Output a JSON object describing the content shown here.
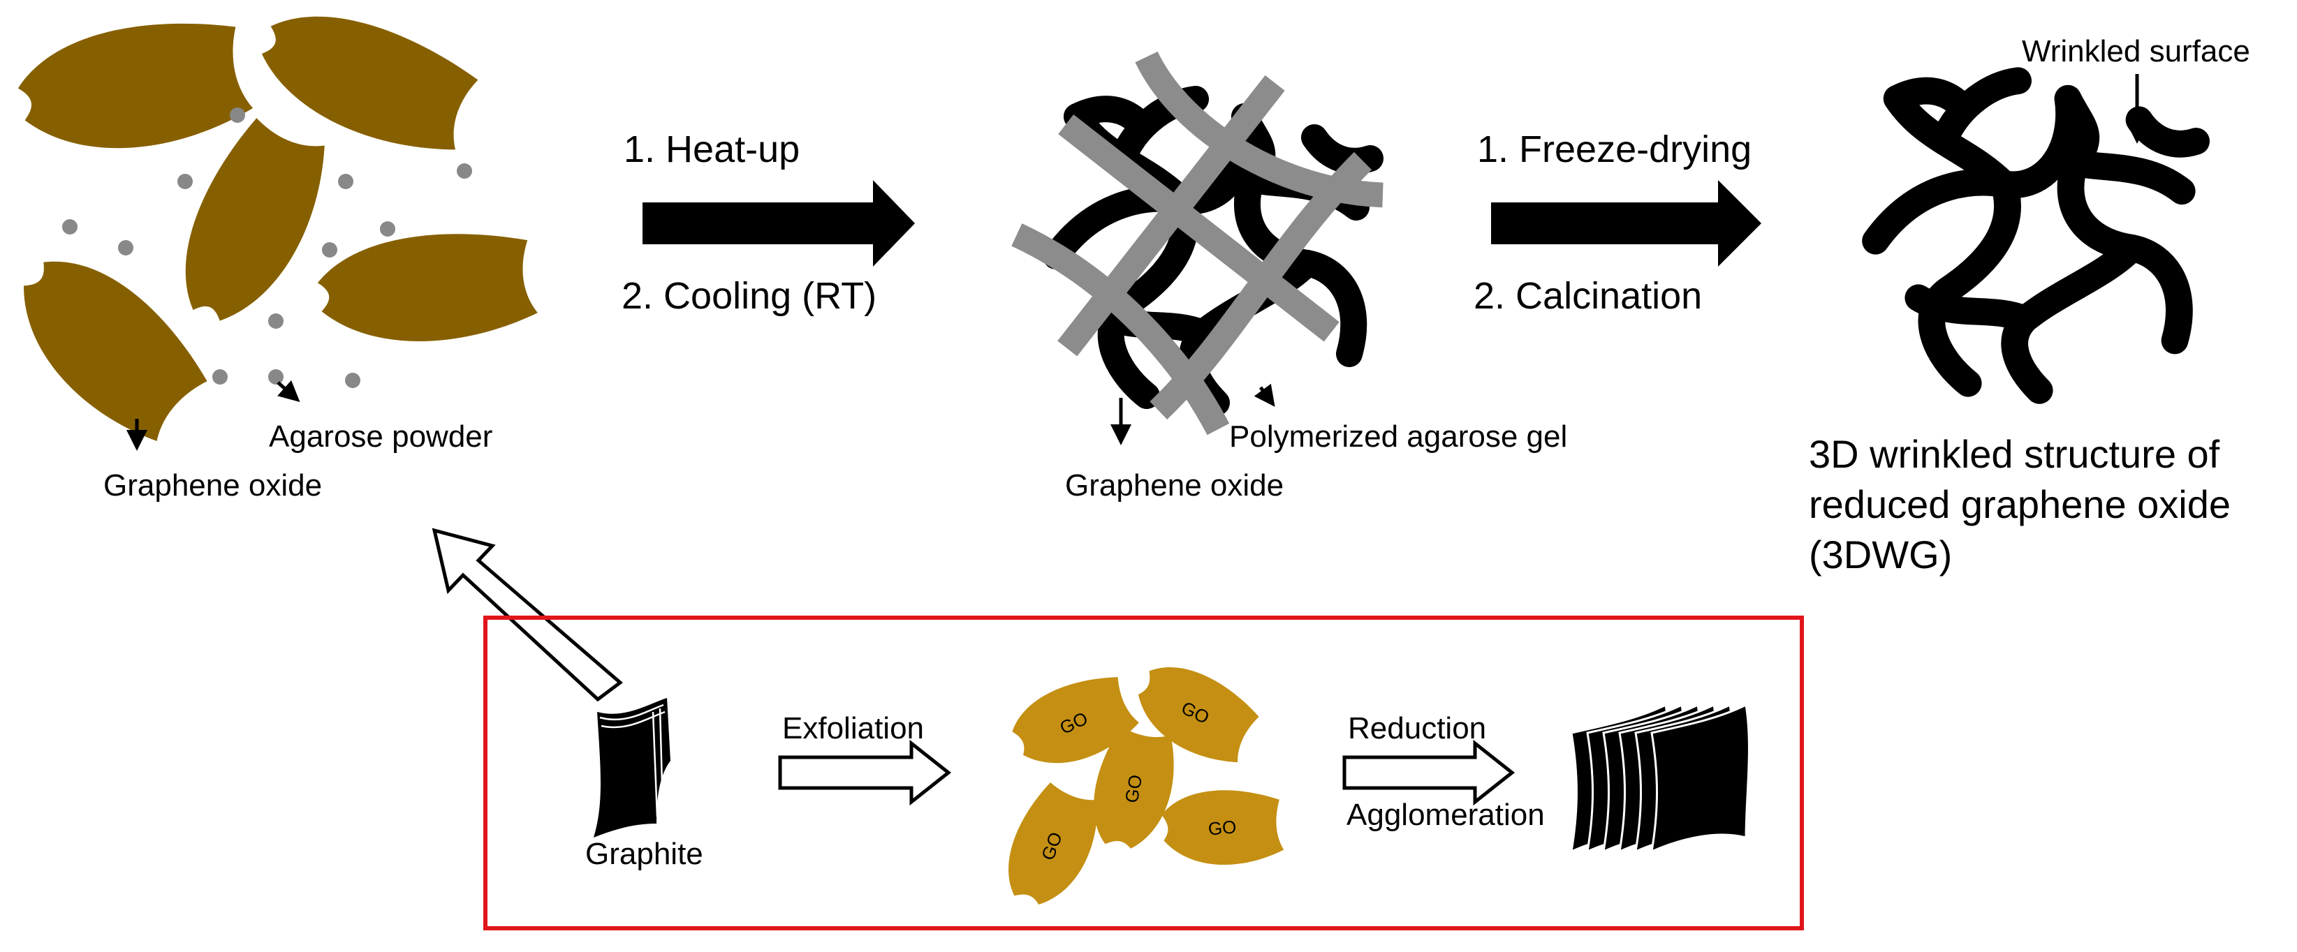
{
  "colors": {
    "graphene_oxide_sheet": "#866000",
    "go_flake": "#c48f12",
    "agarose_dot": "#888888",
    "agarose_gel": "#8c8c8c",
    "reduced_graphene": "#000000",
    "highlight_box": "#e0161b"
  },
  "step1": {
    "line1": "1. Heat-up",
    "line2": "2. Cooling (RT)"
  },
  "step2": {
    "line1": "1. Freeze-drying",
    "line2": "2. Calcination"
  },
  "mixture": {
    "label_agarose": "Agarose powder",
    "label_go": "Graphene oxide"
  },
  "gel": {
    "label_gel": "Polymerized agarose gel",
    "label_go": "Graphene oxide"
  },
  "product": {
    "label_wrinkled": "Wrinkled surface",
    "title_lines": [
      "3D wrinkled structure of",
      "reduced graphene oxide",
      "(3DWG)"
    ]
  },
  "inset": {
    "graphite_label": "Graphite",
    "exfoliation_label": "Exfoliation",
    "reduction_label": "Reduction",
    "agglomeration_label": "Agglomeration",
    "flake_text": "GO"
  }
}
